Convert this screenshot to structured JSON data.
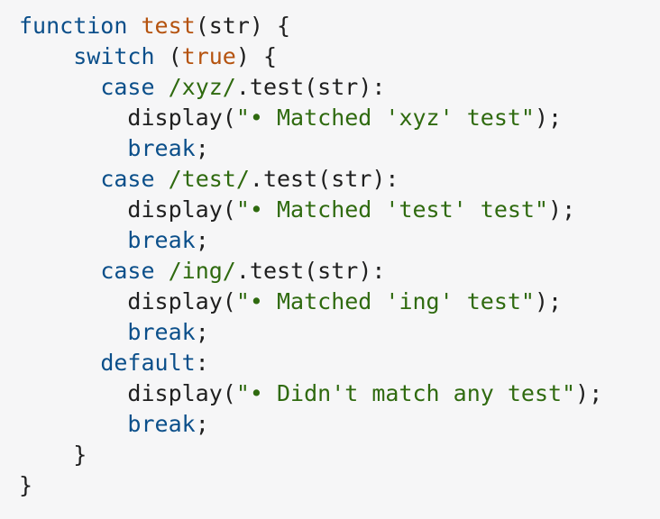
{
  "colors": {
    "background": "#f6f6f7",
    "keyword": "#0b4f8a",
    "function_name": "#b5530f",
    "literal": "#b5530f",
    "string": "#2f6a0f",
    "regex": "#2f6a0f",
    "plain": "#1f1f1f"
  },
  "code": {
    "lines": [
      {
        "indent": "",
        "tokens": [
          {
            "type": "keyword",
            "text": "function"
          },
          {
            "type": "plain",
            "text": " "
          },
          {
            "type": "function-name",
            "text": "test"
          },
          {
            "type": "punct",
            "text": "(str) {"
          }
        ]
      },
      {
        "indent": "    ",
        "tokens": [
          {
            "type": "keyword",
            "text": "switch"
          },
          {
            "type": "punct",
            "text": " ("
          },
          {
            "type": "literal",
            "text": "true"
          },
          {
            "type": "punct",
            "text": ") {"
          }
        ]
      },
      {
        "indent": "      ",
        "tokens": [
          {
            "type": "keyword",
            "text": "case"
          },
          {
            "type": "plain",
            "text": " "
          },
          {
            "type": "regex",
            "text": "/xyz/"
          },
          {
            "type": "punct",
            "text": ".test(str):"
          }
        ]
      },
      {
        "indent": "        ",
        "tokens": [
          {
            "type": "plain",
            "text": "display("
          },
          {
            "type": "string",
            "text": "\"• Matched 'xyz' test\""
          },
          {
            "type": "punct",
            "text": ");"
          }
        ]
      },
      {
        "indent": "        ",
        "tokens": [
          {
            "type": "keyword",
            "text": "break"
          },
          {
            "type": "punct",
            "text": ";"
          }
        ]
      },
      {
        "indent": "      ",
        "tokens": [
          {
            "type": "keyword",
            "text": "case"
          },
          {
            "type": "plain",
            "text": " "
          },
          {
            "type": "regex",
            "text": "/test/"
          },
          {
            "type": "punct",
            "text": ".test(str):"
          }
        ]
      },
      {
        "indent": "        ",
        "tokens": [
          {
            "type": "plain",
            "text": "display("
          },
          {
            "type": "string",
            "text": "\"• Matched 'test' test\""
          },
          {
            "type": "punct",
            "text": ");"
          }
        ]
      },
      {
        "indent": "        ",
        "tokens": [
          {
            "type": "keyword",
            "text": "break"
          },
          {
            "type": "punct",
            "text": ";"
          }
        ]
      },
      {
        "indent": "      ",
        "tokens": [
          {
            "type": "keyword",
            "text": "case"
          },
          {
            "type": "plain",
            "text": " "
          },
          {
            "type": "regex",
            "text": "/ing/"
          },
          {
            "type": "punct",
            "text": ".test(str):"
          }
        ]
      },
      {
        "indent": "        ",
        "tokens": [
          {
            "type": "plain",
            "text": "display("
          },
          {
            "type": "string",
            "text": "\"• Matched 'ing' test\""
          },
          {
            "type": "punct",
            "text": ");"
          }
        ]
      },
      {
        "indent": "        ",
        "tokens": [
          {
            "type": "keyword",
            "text": "break"
          },
          {
            "type": "punct",
            "text": ";"
          }
        ]
      },
      {
        "indent": "      ",
        "tokens": [
          {
            "type": "keyword",
            "text": "default"
          },
          {
            "type": "punct",
            "text": ":"
          }
        ]
      },
      {
        "indent": "        ",
        "tokens": [
          {
            "type": "plain",
            "text": "display("
          },
          {
            "type": "string",
            "text": "\"• Didn't match any test\""
          },
          {
            "type": "punct",
            "text": ");"
          }
        ]
      },
      {
        "indent": "        ",
        "tokens": [
          {
            "type": "keyword",
            "text": "break"
          },
          {
            "type": "punct",
            "text": ";"
          }
        ]
      },
      {
        "indent": "    ",
        "tokens": [
          {
            "type": "punct",
            "text": "}"
          }
        ]
      },
      {
        "indent": "",
        "tokens": [
          {
            "type": "punct",
            "text": "}"
          }
        ]
      }
    ]
  }
}
